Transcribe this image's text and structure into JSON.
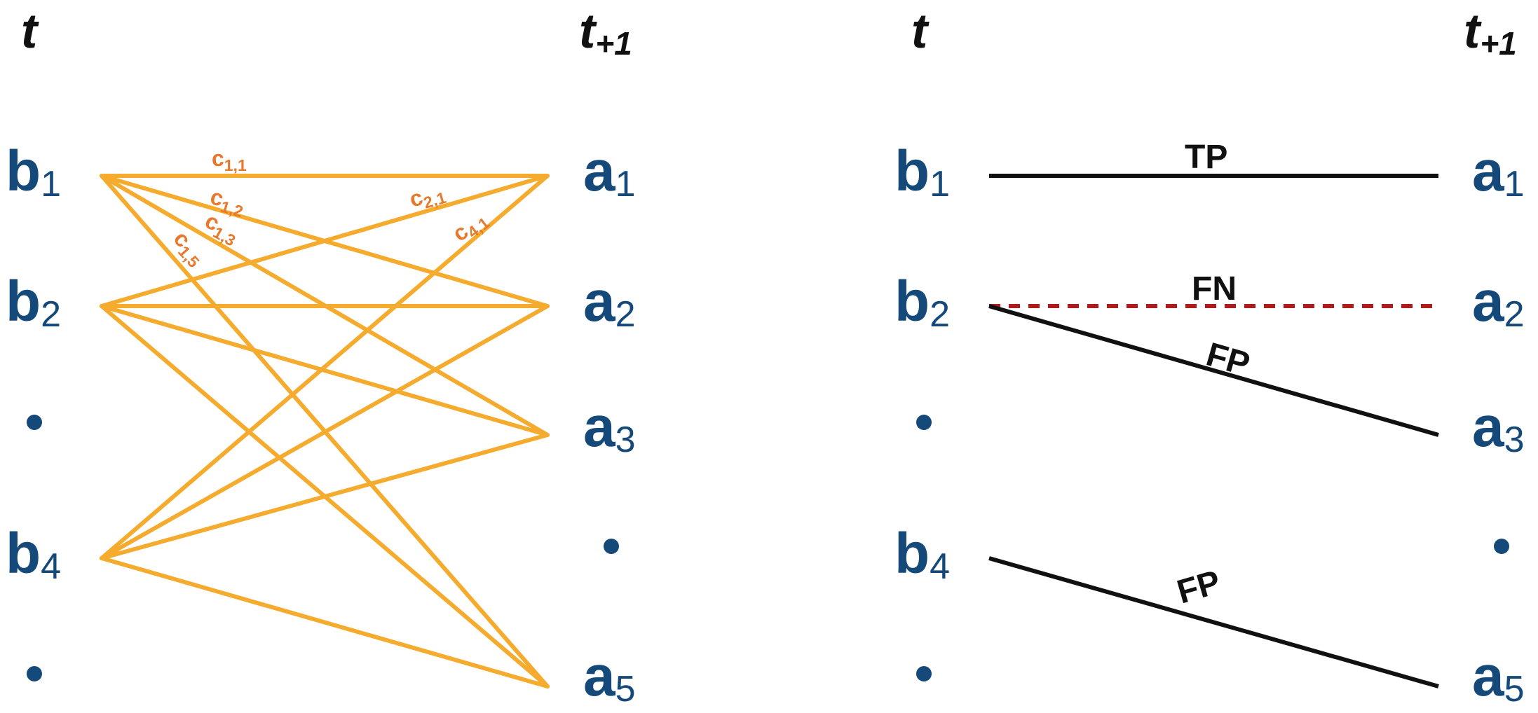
{
  "colors": {
    "node": "#14497a",
    "candidate_edge": "#f5ac2e",
    "cost_label": "#e8782b",
    "matched_edge": "#111111",
    "missed_edge": "#b01c1c",
    "time_label": "#111111"
  },
  "left_panel": {
    "time_t": "t",
    "time_next_main": "t",
    "time_next_sub": "+1",
    "detections": [
      {
        "main": "b",
        "sub": "1"
      },
      {
        "main": "b",
        "sub": "2"
      },
      {
        "main": "b",
        "sub": "4"
      }
    ],
    "tracks": [
      {
        "main": "a",
        "sub": "1"
      },
      {
        "main": "a",
        "sub": "2"
      },
      {
        "main": "a",
        "sub": "3"
      },
      {
        "main": "a",
        "sub": "5"
      }
    ],
    "cost_labels": [
      {
        "main": "c",
        "sub": "1,1"
      },
      {
        "main": "c",
        "sub": "1,2"
      },
      {
        "main": "c",
        "sub": "1,3"
      },
      {
        "main": "c",
        "sub": "1,5"
      },
      {
        "main": "c",
        "sub": "2,1"
      },
      {
        "main": "c",
        "sub": "4,1"
      }
    ]
  },
  "right_panel": {
    "time_t": "t",
    "time_next_main": "t",
    "time_next_sub": "+1",
    "detections": [
      {
        "main": "b",
        "sub": "1"
      },
      {
        "main": "b",
        "sub": "2"
      },
      {
        "main": "b",
        "sub": "4"
      }
    ],
    "tracks": [
      {
        "main": "a",
        "sub": "1"
      },
      {
        "main": "a",
        "sub": "2"
      },
      {
        "main": "a",
        "sub": "3"
      },
      {
        "main": "a",
        "sub": "5"
      }
    ],
    "associations": [
      {
        "label": "TP",
        "style": "solid"
      },
      {
        "label": "FN",
        "style": "dashed"
      },
      {
        "label": "FP",
        "style": "solid"
      },
      {
        "label": "FP",
        "style": "solid"
      }
    ]
  }
}
